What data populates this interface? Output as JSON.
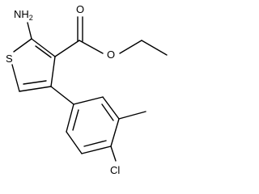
{
  "structure": {
    "atom_labels": {
      "amino": "NH",
      "amino_subscript": "2",
      "ring_sulfur": "S",
      "carbonyl_oxygen": "O",
      "ester_oxygen": "O",
      "chlorine": "Cl"
    },
    "colors": {
      "bond": "#000000",
      "label": "#000000",
      "background": "#ffffff"
    }
  }
}
